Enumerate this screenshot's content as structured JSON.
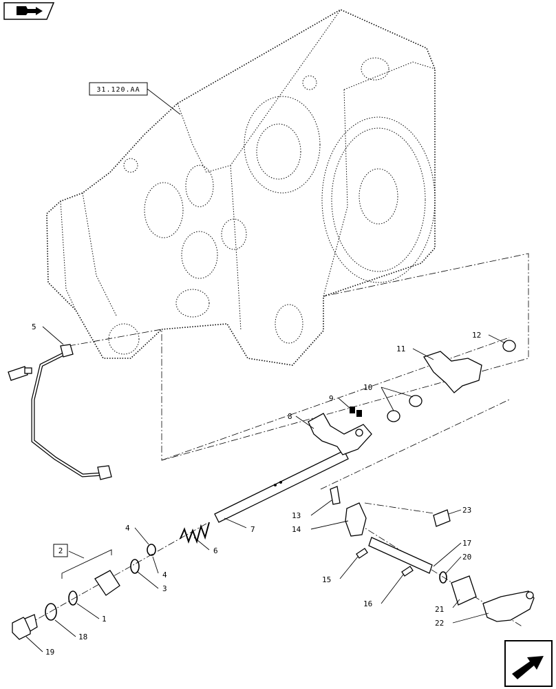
{
  "header": {
    "nav_icon": "book-arrow-icon"
  },
  "reference": {
    "label": "31.120.AA"
  },
  "group_bracket": {
    "label": "2"
  },
  "callouts": [
    {
      "id": "c1",
      "text": "1"
    },
    {
      "id": "c3",
      "text": "3"
    },
    {
      "id": "c4a",
      "text": "4"
    },
    {
      "id": "c4b",
      "text": "4"
    },
    {
      "id": "c5",
      "text": "5"
    },
    {
      "id": "c6",
      "text": "6"
    },
    {
      "id": "c7",
      "text": "7"
    },
    {
      "id": "c8",
      "text": "8"
    },
    {
      "id": "c9",
      "text": "9"
    },
    {
      "id": "c10",
      "text": "10"
    },
    {
      "id": "c11",
      "text": "11"
    },
    {
      "id": "c12",
      "text": "12"
    },
    {
      "id": "c13",
      "text": "13"
    },
    {
      "id": "c14",
      "text": "14"
    },
    {
      "id": "c15",
      "text": "15"
    },
    {
      "id": "c16",
      "text": "16"
    },
    {
      "id": "c17",
      "text": "17"
    },
    {
      "id": "c18",
      "text": "18"
    },
    {
      "id": "c19",
      "text": "19"
    },
    {
      "id": "c20",
      "text": "20"
    },
    {
      "id": "c21",
      "text": "21"
    },
    {
      "id": "c22",
      "text": "22"
    },
    {
      "id": "c23",
      "text": "23"
    }
  ],
  "footer": {
    "nav_icon": "next-page-arrow-icon"
  }
}
